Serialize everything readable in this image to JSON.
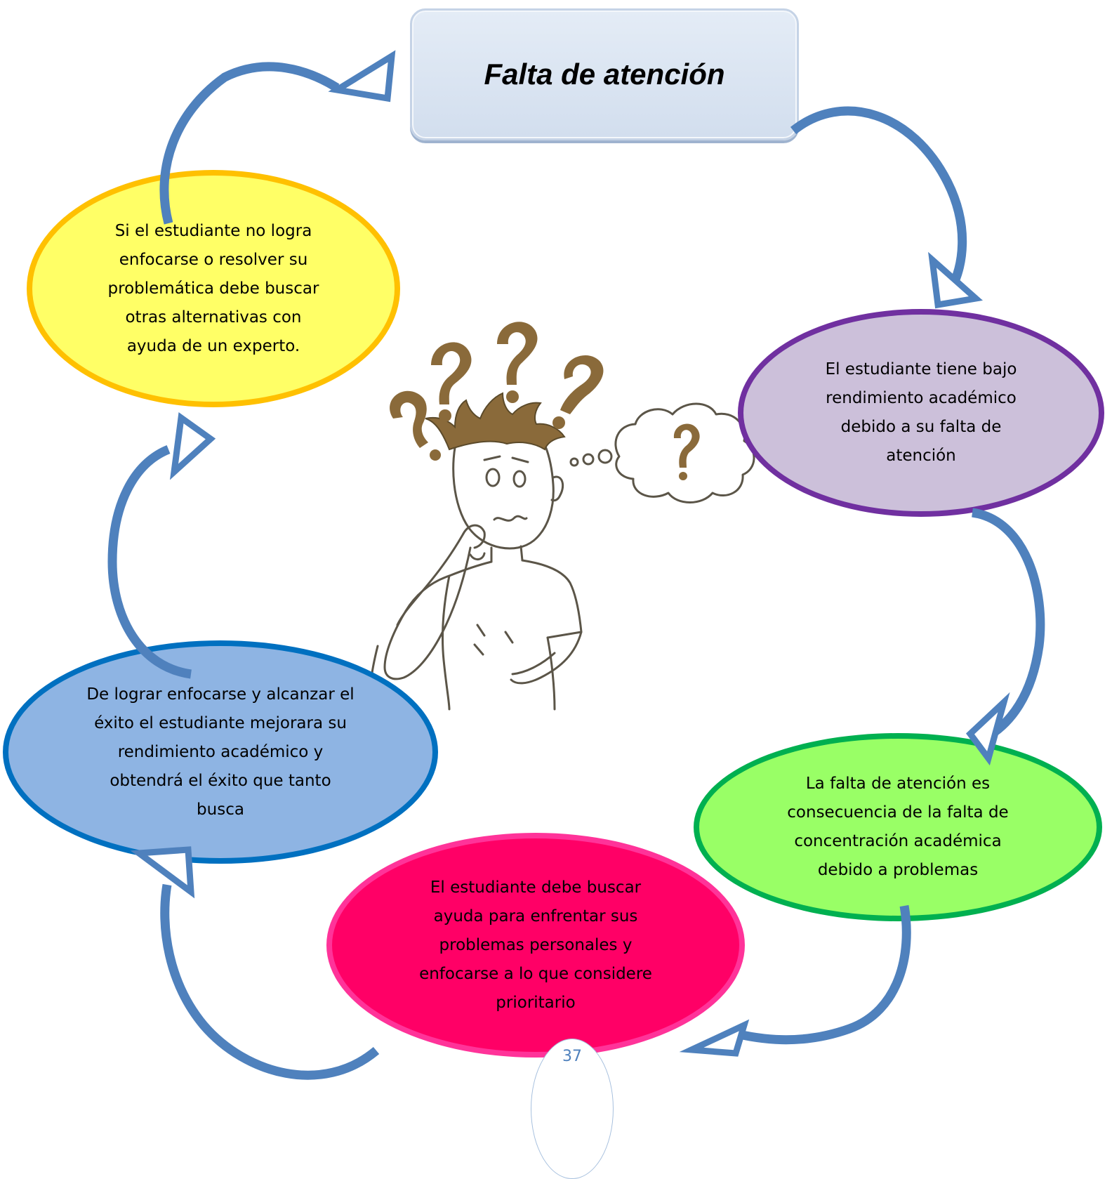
{
  "title": "Falta de atención",
  "nodes": {
    "alternatives": "Si el estudiante no logra enfocarse o resolver su problemática debe buscar otras alternativas con ayuda de un experto.",
    "low_performance": "El estudiante tiene bajo rendimiento académico debido a su falta de atención",
    "concentration": "La falta de atención es consecuencia de la falta de concentración académica debido a problemas",
    "seek_help": "El estudiante debe buscar ayuda para enfrentar sus problemas personales y enfocarse a lo que considere prioritario",
    "success": "De lograr enfocarse y alcanzar el éxito el estudiante mejorara su rendimiento académico y obtendrá el éxito que tanto busca"
  },
  "page_number": "37",
  "colors": {
    "arrow": "#4f81bd",
    "yellow_fill": "#ffff66",
    "yellow_border": "#ffc000",
    "purple_fill": "#ccc0da",
    "purple_border": "#7030a0",
    "green_fill": "#99ff66",
    "green_border": "#00b050",
    "pink_fill": "#ff0066",
    "pink_border": "#ff3399",
    "blue_fill": "#8eb4e3",
    "blue_border": "#0070c0"
  },
  "illustration": "confused-student-icon"
}
